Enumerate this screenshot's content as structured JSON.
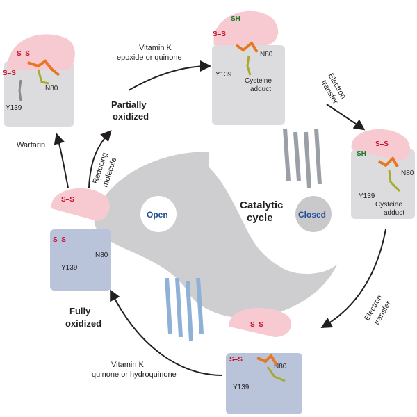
{
  "center": {
    "title_line1": "Catalytic",
    "title_line2": "cycle",
    "open_label": "Open",
    "closed_label": "Closed"
  },
  "states": {
    "partially_oxidized_line1": "Partially",
    "partially_oxidized_line2": "oxidized",
    "fully_oxidized_line1": "Fully",
    "fully_oxidized_line2": "oxidized"
  },
  "transitions": {
    "vitk_epoxide_line1": "Vitamin K",
    "vitk_epoxide_line2": "epoxide or quinone",
    "electron_transfer_line1": "Electron",
    "electron_transfer_line2": "transfer",
    "vitk_quinone_line1": "Vitamin K",
    "vitk_quinone_line2": "quinone or hydroquinone",
    "reducing_line1": "Reducing",
    "reducing_line2": "molecule",
    "warfarin": "Warfarin"
  },
  "residues": {
    "disulfide": "S–S",
    "thiol": "SH",
    "tyr": "Y139",
    "asn": "N80",
    "cysteine_line1": "Cysteine",
    "cysteine_line2": "adduct"
  },
  "colors": {
    "pink_lid": "#f7c9d0",
    "grey_body": "#dcdcde",
    "blue_body": "#b9c3da",
    "yinyang_grey": "#c9c9cc",
    "disulfide_red": "#c8102e",
    "accent_blue": "#1f4e96"
  }
}
